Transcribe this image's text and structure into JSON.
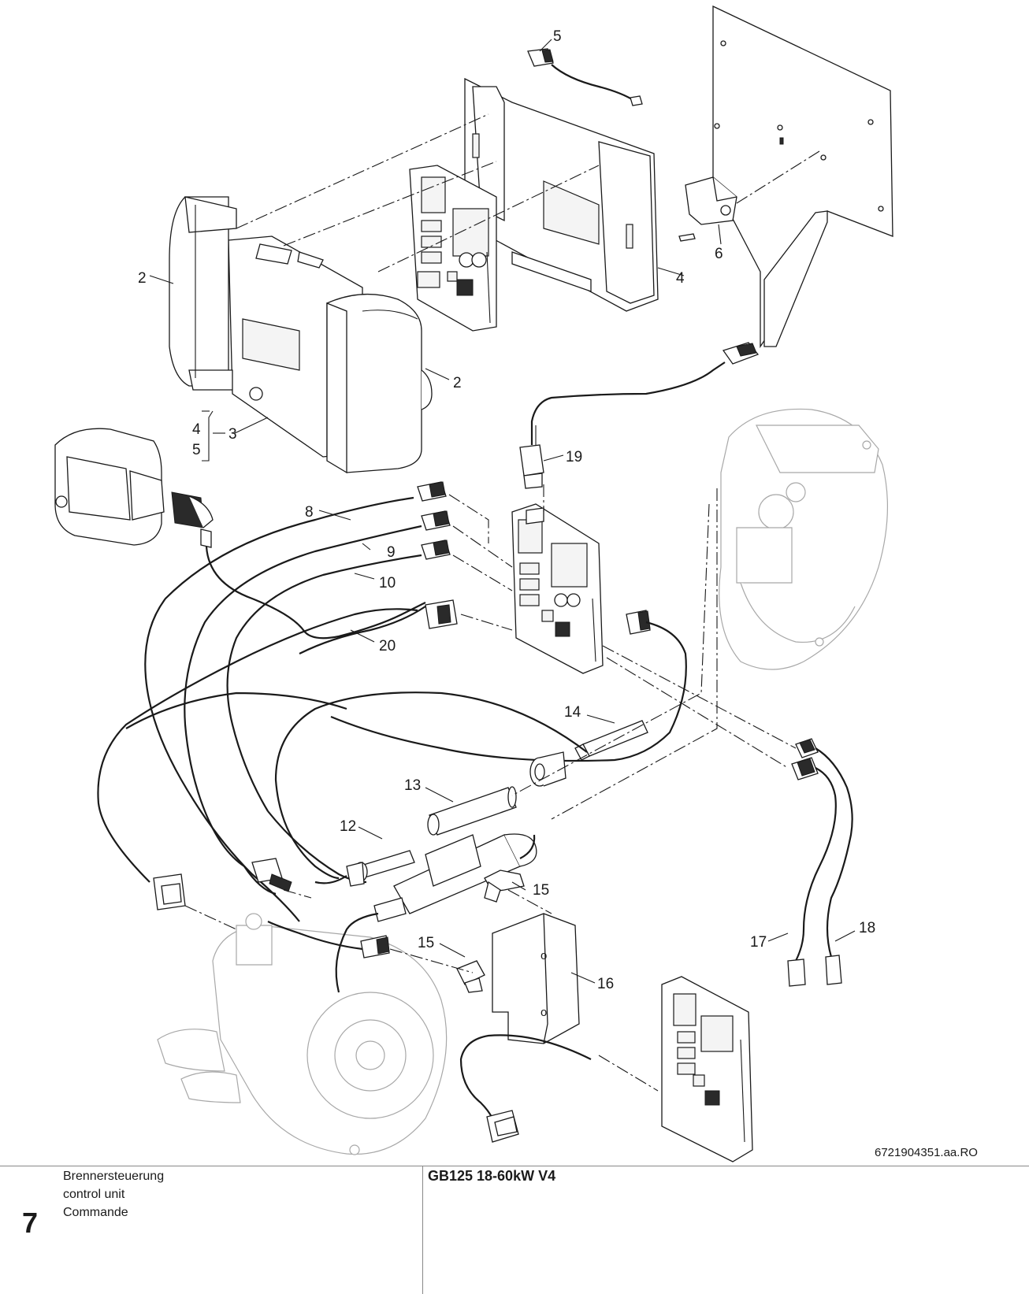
{
  "diagram": {
    "callouts": [
      "5",
      "6",
      "4",
      "2",
      "2",
      "3",
      "4",
      "5",
      "19",
      "8",
      "9",
      "10",
      "20",
      "14",
      "13",
      "12",
      "15",
      "15",
      "16",
      "17",
      "18"
    ],
    "reference_code": "6721904351.aa.RO"
  },
  "footer": {
    "chapter_number": "7",
    "titles": [
      "Brennersteuerung",
      "control unit",
      "Commande"
    ],
    "model": "GB125 18-60kW V4"
  }
}
